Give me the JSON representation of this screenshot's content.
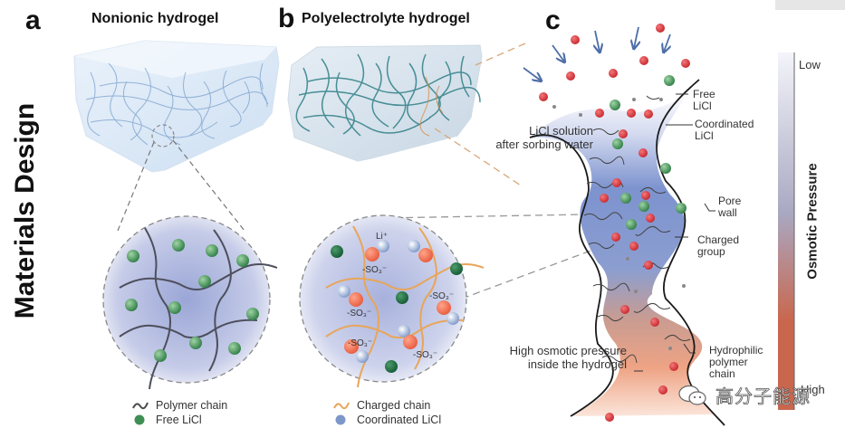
{
  "figure": {
    "side_title": "Materials Design",
    "panels": {
      "a": {
        "letter": "a",
        "title": "Nonionic hydrogel"
      },
      "b": {
        "letter": "b",
        "title": "Polyelectrolyte hydrogel"
      },
      "c": {
        "letter": "c"
      }
    },
    "panel_b_labels": {
      "li_ion": "Li⁺",
      "sulfonate": "-SO₃⁻"
    },
    "legend_a": [
      {
        "icon": "polymer-chain-icon",
        "label": "Polymer chain",
        "color": "#4a4a4a"
      },
      {
        "icon": "free-licl-icon",
        "label": "Free LiCl",
        "color": "#3f8f55"
      }
    ],
    "legend_b": [
      {
        "icon": "charged-chain-icon",
        "label": "Charged chain",
        "color": "#e8a559"
      },
      {
        "icon": "coordinated-licl-icon",
        "label": "Coordinated LiCl",
        "color": "#7d98c8"
      }
    ],
    "panel_c": {
      "solution_label_1": "LiCl solution",
      "solution_label_2": "after sorbing water",
      "high_label_1": "High osmotic pressure",
      "high_label_2": "inside the hydrogel",
      "callouts": {
        "free_licl_1": "Free",
        "free_licl_2": "LiCl",
        "coord_licl_1": "Coordinated",
        "coord_licl_2": "LiCl",
        "pore_wall_1": "Pore",
        "pore_wall_2": "wall",
        "charged_group_1": "Charged",
        "charged_group_2": "group",
        "hydrophilic_1": "Hydrophilic",
        "hydrophilic_2": "polymer",
        "hydrophilic_3": "chain"
      }
    },
    "scale": {
      "title": "Osmotic Pressure",
      "low": "Low",
      "high": "High",
      "color_low": "#f4f4fa",
      "color_mid": "#a9a8c2",
      "color_high": "#c9674e"
    },
    "colors": {
      "free_licl": "#3f8f55",
      "water_red": "#d6383c",
      "coord_blue": "#8aa6d4",
      "charged_chain": "#e8a559",
      "so3_orange": "#ef6a4c",
      "arrow_blue": "#4e6ea8"
    },
    "watermark": "高分子能源"
  }
}
